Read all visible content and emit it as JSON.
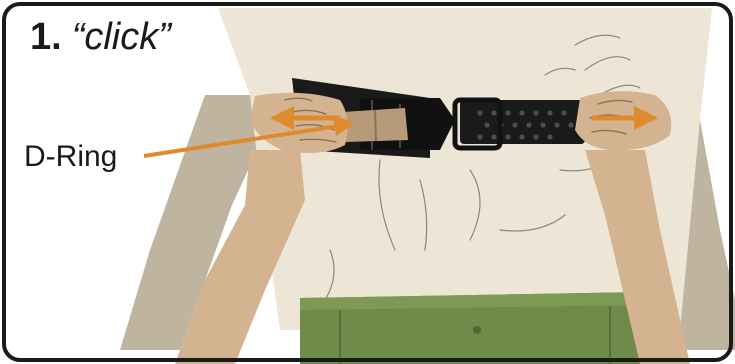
{
  "step": {
    "number": "1.",
    "action": "“click”"
  },
  "callouts": {
    "d_ring": "D-Ring"
  },
  "colors": {
    "arrow": "#e08a2e",
    "shirt": "#ede5d6",
    "skin": "#d4b390",
    "sleeve": "#bfb4a0",
    "pants": "#6f8b4a",
    "belt": "#1a1a1a",
    "buckle_clip": "#b69a7a",
    "frame": "#1a1a1a"
  },
  "arrows": {
    "left_hand": "pull-left",
    "right_hand": "pull-right",
    "callout": "points-to-d-ring"
  }
}
